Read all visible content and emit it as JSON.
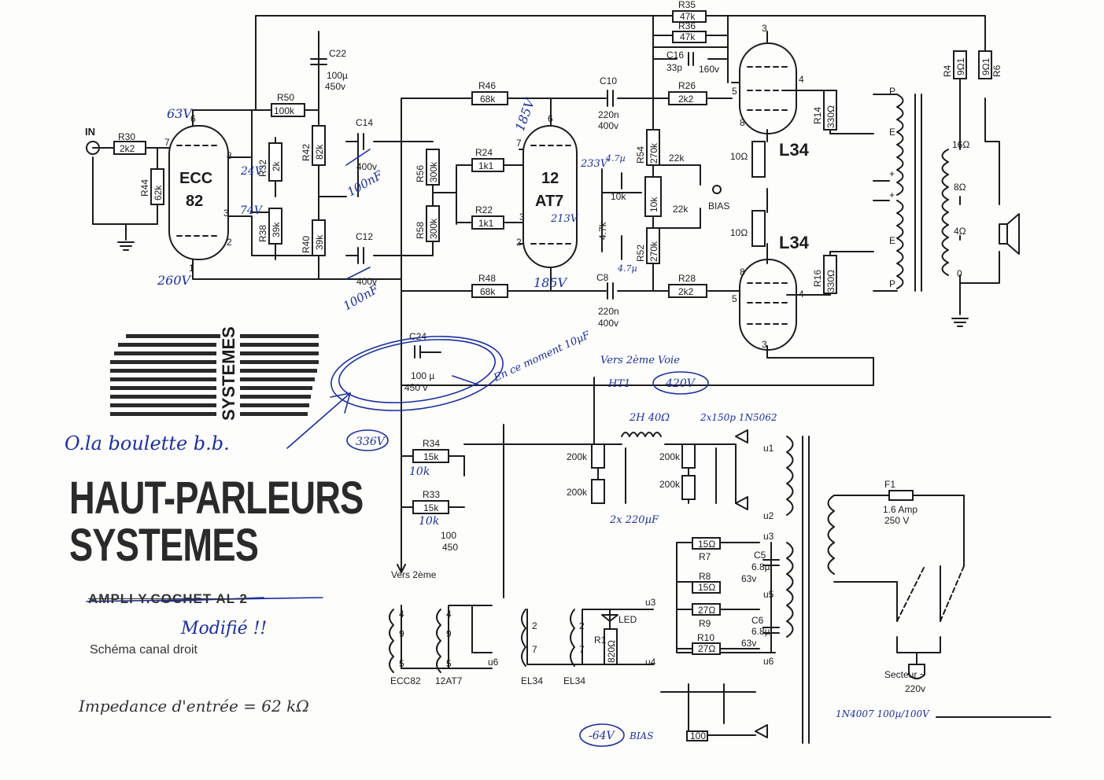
{
  "brand": {
    "name_line1": "HAUT-PARLEURS",
    "name_line2": "SYSTEMES",
    "logo_text": "SYSTEMES"
  },
  "title": {
    "crossed": "AMPLI Y.COCHET AL 2",
    "modified": "Modifié !!",
    "subtitle": "Schéma canal droit"
  },
  "notes": {
    "signature": "O.la boulette b.b.",
    "impedance": "Impedance d'entrée = 62 kΩ",
    "v336": "336V",
    "v420": "420V",
    "v64": "-64V",
    "bias_arrow": "BIAS",
    "vers2eme_voie": "Vers 2ème Voie",
    "ht1": "HT1",
    "en_ce_moment": "En ce moment 10µF",
    "diode_note": "1N4007 100µ/100V",
    "diodes_top": "2x150p 1N5062",
    "choke": "2H 40Ω",
    "caps_bottom": "2x 220µF"
  },
  "tubes": [
    {
      "name": "ECC 82",
      "line1": "ECC",
      "line2": "82"
    },
    {
      "name": "12 AT7",
      "line1": "12",
      "line2": "AT7"
    },
    {
      "name": "L34 top",
      "label": "L34"
    },
    {
      "name": "L34 bottom",
      "label": "L34"
    }
  ],
  "voltages": {
    "ecc82_plate": "63V",
    "ecc82_cathode": "260V",
    "v24": "24V",
    "v74": "74V",
    "at7_plate_top": "185V",
    "at7_plate_bottom": "185V",
    "at7_cathode": "213V",
    "v233": "233V",
    "v47": "4.7µ",
    "v47b": "4.7µ"
  },
  "resistors": {
    "R30": {
      "name": "R30",
      "value": "2k2"
    },
    "R44": {
      "name": "R44",
      "value": "62k"
    },
    "R50": {
      "name": "R50",
      "value": "100k"
    },
    "R32": {
      "name": "R32",
      "value": "2k"
    },
    "R38": {
      "name": "R38",
      "value": "39k"
    },
    "R42": {
      "name": "R42",
      "value": "82k"
    },
    "R40": {
      "name": "R40",
      "value": "39k"
    },
    "R56": {
      "name": "R56",
      "value": "300k"
    },
    "R58": {
      "name": "R58",
      "value": "300k"
    },
    "R24": {
      "name": "R24",
      "value": "1k1"
    },
    "R22": {
      "name": "R22",
      "value": "1k1"
    },
    "R46": {
      "name": "R46",
      "value": "68k"
    },
    "R48": {
      "name": "R48",
      "value": "68k"
    },
    "R26": {
      "name": "R26",
      "value": "2k2"
    },
    "R28": {
      "name": "R28",
      "value": "2k2"
    },
    "R54": {
      "name": "R54",
      "value": "270k"
    },
    "R52": {
      "name": "R52",
      "value": "270k"
    },
    "R35": {
      "name": "R35",
      "value": "47k"
    },
    "R36": {
      "name": "R36",
      "value": "47k"
    },
    "R14": {
      "name": "R14",
      "value": "330Ω"
    },
    "R16": {
      "name": "R16",
      "value": "330Ω"
    },
    "R4": {
      "name": "R4",
      "value": "9Ω1"
    },
    "R6": {
      "name": "R6",
      "value": "9Ω1"
    },
    "R34": {
      "name": "R34",
      "value": "15k",
      "hw": "10k"
    },
    "R33": {
      "name": "R33",
      "value": "15k",
      "hw": "10k"
    },
    "R7": {
      "name": "R7",
      "value": "15Ω"
    },
    "R8": {
      "name": "R8",
      "value": "15Ω"
    },
    "R9": {
      "name": "R9",
      "value": "27Ω"
    },
    "R10": {
      "name": "R10",
      "value": "27Ω"
    },
    "R1": {
      "name": "R1",
      "value": "820Ω"
    }
  },
  "capacitors": {
    "C22": {
      "name": "C22",
      "value": "100µ",
      "volt": "450v"
    },
    "C14": {
      "name": "C14",
      "value": "400v",
      "hw": "100nF"
    },
    "C12": {
      "name": "C12",
      "value": "400v",
      "hw": "100nF"
    },
    "C10": {
      "name": "C10",
      "value": "220n",
      "volt": "400v"
    },
    "C8": {
      "name": "C8",
      "value": "220n",
      "volt": "400v"
    },
    "C16": {
      "name": "C16",
      "value": "33p",
      "volt": "160v"
    },
    "C24": {
      "name": "C24",
      "value": "100 µ",
      "volt": "450 v"
    },
    "C5": {
      "name": "C5",
      "value": "6.8µ",
      "volt": "63v"
    },
    "C6": {
      "name": "C6",
      "value": "6.8µ",
      "volt": "63v"
    },
    "C_small": {
      "value": "100",
      "volt": "450"
    }
  },
  "misc_labels": {
    "in": "IN",
    "bias": "BIAS",
    "r10a": "10Ω",
    "r10b": "10Ω",
    "r22k_a": "22k",
    "r22k_b": "22k",
    "r10k": "10k",
    "r47k": "4.7k",
    "pot10k": "10k",
    "vers2eme": "Vers 2ème",
    "led": "LED",
    "fuse": "F1",
    "fuse_val": "1.6 Amp",
    "fuse_volt": "250 V",
    "secteur": "Secteur ~",
    "secteur_v": "220v",
    "p": "P",
    "e": "E",
    "plus": "+",
    "tap16": "16Ω",
    "tap8": "8Ω",
    "tap4": "4Ω",
    "tap0": "0",
    "u1": "u1",
    "u2": "u2",
    "u3": "u3",
    "u4": "u4",
    "u5": "u5",
    "u6": "u6",
    "r200k1": "200k",
    "r200k2": "200k",
    "r200k3": "200k",
    "r200k4": "200k",
    "r100": "100"
  },
  "heaters": [
    {
      "tube": "ECC82",
      "pins": [
        "4",
        "9",
        "5"
      ]
    },
    {
      "tube": "12AT7",
      "pins": [
        "4",
        "9",
        "5"
      ]
    },
    {
      "tube": "EL34",
      "pins": [
        "2",
        "7"
      ]
    },
    {
      "tube": "EL34",
      "pins": [
        "2",
        "7"
      ]
    }
  ],
  "pins": {
    "p6": "6",
    "p7": "7",
    "p8": "8",
    "p3": "3",
    "p2": "2",
    "p1": "1",
    "p4": "4",
    "p5": "5"
  }
}
